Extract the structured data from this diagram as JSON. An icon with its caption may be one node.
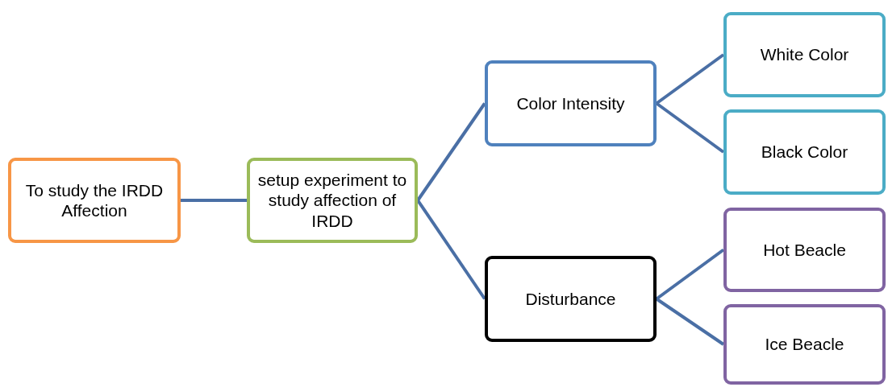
{
  "diagram": {
    "nodes": [
      {
        "text": [
          "To study the IRDD Affection"
        ]
      },
      {
        "text": [
          "setup experiment to study affection of IRDD"
        ]
      },
      {
        "text": [
          "Color Intensity"
        ]
      },
      {
        "text": [
          "Disturbance"
        ]
      },
      {
        "text": [
          "White Color"
        ]
      },
      {
        "text": [
          "Black Color"
        ]
      },
      {
        "text": [
          "Hot Beacle"
        ]
      },
      {
        "text": [
          "Ice Beacle"
        ]
      }
    ],
    "edges": [
      {
        "from": 0,
        "to": 1,
        "arrow": "none"
      },
      {
        "from": 1,
        "to": 2,
        "arrow": "none"
      },
      {
        "from": 1,
        "to": 3,
        "arrow": "none"
      },
      {
        "from": 2,
        "to": 4,
        "arrow": "none"
      },
      {
        "from": 2,
        "to": 5,
        "arrow": "none"
      },
      {
        "from": 3,
        "to": 6,
        "arrow": "none"
      },
      {
        "from": 3,
        "to": 7,
        "arrow": "none"
      }
    ]
  }
}
